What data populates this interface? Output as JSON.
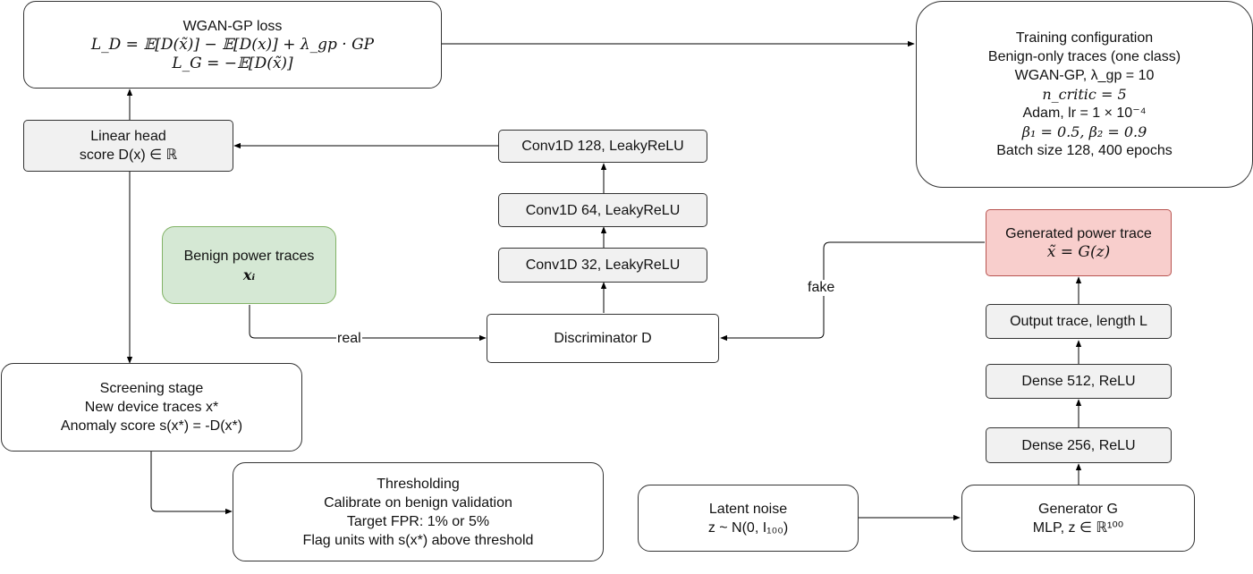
{
  "colors": {
    "stroke": "#333333",
    "layer_fill": "#f1f1f1",
    "data_fill": "#d5e8d4",
    "data_stroke": "#82b366",
    "generated_fill": "#f8cecc",
    "generated_stroke": "#b85450"
  },
  "loss": {
    "title": "WGAN-GP loss",
    "ld": "L_D = 𝔼[D(x̃)] − 𝔼[D(x)] + λ_gp · GP",
    "lg": "L_G = −𝔼[D(x̃)]"
  },
  "training": {
    "title": "Training configuration",
    "data": "Benign-only traces (one class)",
    "method": "WGAN-GP, λ_gp = 10",
    "ncritic": "n_critic = 5",
    "optimizer": "Adam, lr = 1 × 10⁻⁴",
    "betas": "β₁ = 0.5, β₂ = 0.9",
    "batch": "Batch size 128, 400 epochs"
  },
  "linear_head": {
    "line1": "Linear head",
    "line2": "score D(x) ∈ ℝ"
  },
  "conv128": "Conv1D 128, LeakyReLU",
  "conv64": "Conv1D 64, LeakyReLU",
  "conv32": "Conv1D 32, LeakyReLU",
  "benign": {
    "line1": "Benign power traces",
    "line2": "xᵢ"
  },
  "discriminator": "Discriminator D",
  "generated": {
    "line1": "Generated power trace",
    "line2": "x̃ = G(z)"
  },
  "output_trace": "Output trace, length L",
  "dense512": "Dense 512, ReLU",
  "dense256": "Dense 256, ReLU",
  "generator": {
    "line1": "Generator G",
    "line2": "MLP, z ∈ ℝ¹⁰⁰"
  },
  "latent": {
    "line1": "Latent noise",
    "line2": "z ~ N(0, I₁₀₀)"
  },
  "screening": {
    "line1": "Screening stage",
    "line2": "New device traces x*",
    "line3": "Anomaly score s(x*) = -D(x*)"
  },
  "thresholding": {
    "line1": "Thresholding",
    "line2": "Calibrate on benign validation",
    "line3": "Target FPR: 1% or 5%",
    "line4": "Flag units with s(x*) above threshold"
  },
  "edges": {
    "real": "real",
    "fake": "fake"
  }
}
